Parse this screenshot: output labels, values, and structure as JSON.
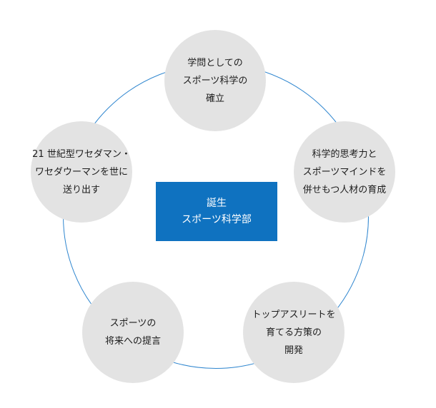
{
  "center": {
    "label": "誕生\nスポーツ科学部"
  },
  "nodes": [
    {
      "label": "学問としての\nスポーツ科学の\n確立"
    },
    {
      "label": "科学的思考力と\nスポーツマインドを\n併せもつ人材の育成"
    },
    {
      "label": "トップアスリートを\n育てる方策の\n開発"
    },
    {
      "label": "スポーツの\n将来への提言"
    },
    {
      "label": "21 世紀型ワセダマン・\nワセダウーマンを世に\n送り出す"
    }
  ],
  "colors": {
    "ring": "#2f86cf",
    "node_fill": "#e3e3e3",
    "center_fill": "#0f72c0",
    "center_text": "#ffffff"
  }
}
